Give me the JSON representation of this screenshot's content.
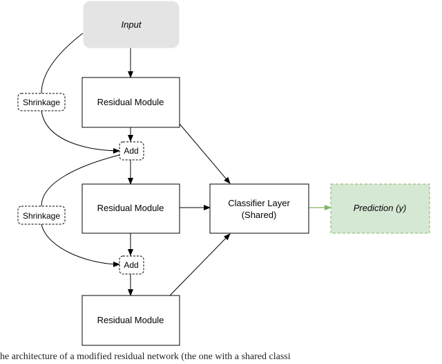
{
  "diagram": {
    "nodes": {
      "input": "Input",
      "residual_1": "Residual Module",
      "residual_2": "Residual Module",
      "residual_3": "Residual Module",
      "classifier_line1": "Classifier Layer",
      "classifier_line2": "(Shared)",
      "prediction": "Prediction (y)",
      "shrinkage_1": "Shrinkage",
      "shrinkage_2": "Shrinkage",
      "add_1": "Add",
      "add_2": "Add"
    },
    "colors": {
      "input_fill": "#e4e4e4",
      "prediction_fill": "#d5e8d4",
      "prediction_stroke": "#82b366",
      "prediction_arrow": "#82b366",
      "edge": "#000000"
    }
  },
  "caption": "he architecture of a modified residual network (the one with a shared classi"
}
